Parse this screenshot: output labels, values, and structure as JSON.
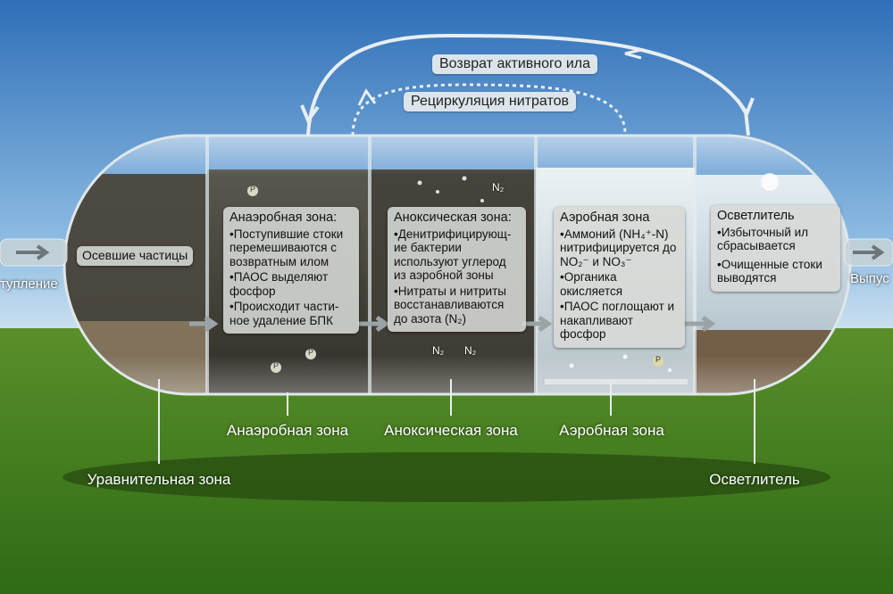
{
  "arrows": {
    "return_label": "Возврат активного ила",
    "recirc_label": "Рециркуляция нитратов"
  },
  "io": {
    "inflow": "тупление",
    "outflow": "Выпус"
  },
  "settled_label": "Осевшие частицы",
  "zones": {
    "anaerobic": {
      "title": "Анаэробная зона:",
      "items": [
        "•Поступившие стоки перемешиваются с возвратным илом",
        "•ПАОС выделяют фосфор",
        "•Происходит части-ное удаление БПК"
      ]
    },
    "anoxic": {
      "title": "Аноксическая зона:",
      "items": [
        "•Денитрифицирующ-ие бактерии используют углерод из аэробной зоны",
        "•Нитраты и нитриты восстанавливаются до азота (N₂)"
      ]
    },
    "aerobic": {
      "title": "Аэробная зона",
      "items": [
        "•Аммоний (NH₄⁺-N) нитрифицируется до NO₂⁻ и NO₃⁻",
        "•Органика окисляется",
        "•ПАОС поглощают и накапливают фосфор"
      ]
    },
    "clarifier": {
      "title": "Осветлитель",
      "items": [
        "•Избыточный ил сбрасывается",
        "•Очищенные стоки выводятся"
      ]
    }
  },
  "labels": {
    "equalization": "Уравнительная зона",
    "anaerobic": "Анаэробная зона",
    "anoxic": "Аноксическая зона",
    "aerobic": "Аэробная зона",
    "clarifier": "Осветлитель"
  },
  "molecule": "N₂",
  "particle": "P",
  "colors": {
    "sky_top": "#2f6fb8",
    "sky_bottom": "#cfe2f0",
    "grass": "#3f7a1f",
    "sludge": "#3b342c",
    "water_aerobic": "#c9d6db"
  }
}
